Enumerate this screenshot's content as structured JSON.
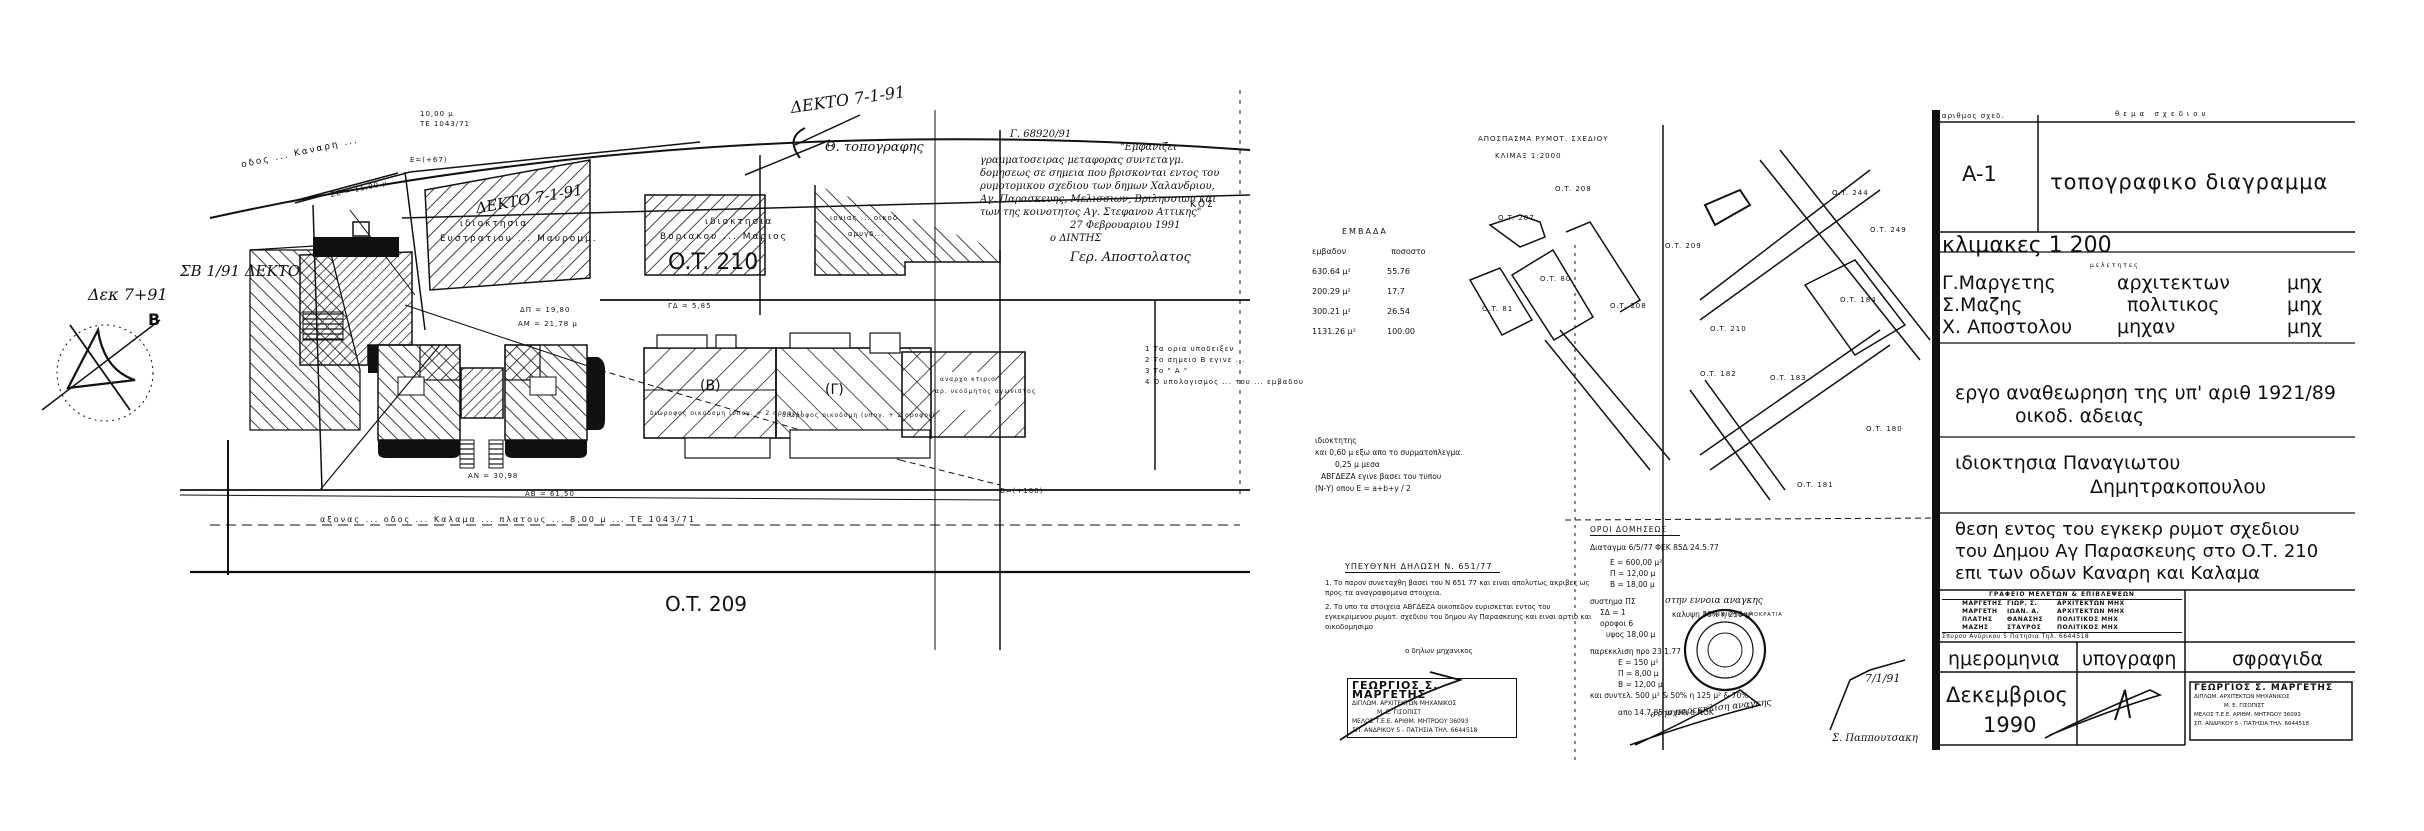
{
  "left_plan": {
    "block_labels": {
      "ot_210": "O.T. 210",
      "ot_209": "O.T. 209"
    },
    "upper_road": {
      "label": "οδος ... Καναρη ...",
      "width": "10,00 μ",
      "te": "ΤΕ 1043/71",
      "e_point": "E=(+67)"
    },
    "lower_road": {
      "label": "αξονας ... οδος ... Καλαμα ... πλατους ... 8,00 μ ... ΤΕ 1043/71"
    },
    "dims": {
      "ze": "ZE = 11,00 μ",
      "ab": "AB = 61,50",
      "an": "AN = 30,98",
      "am": "AM = 21,78 μ",
      "ap": "ΔΠ = 19,80",
      "gd": "ΓΔ = 5,85",
      "ab_point": "B=(+100)"
    },
    "properties": [
      {
        "id": "prop-ekstratiou",
        "label": "ιδιοκτησια",
        "owner": "Ευστρατιου ... Μαυρομμ."
      },
      {
        "id": "prop-voriakou",
        "label": "ιδιοκτησια",
        "owner": "Βοριακου ... Μαριος"
      },
      {
        "id": "prop-ionian",
        "label": "ιονιας ... οικοδ.",
        "owner": "αμυγδ..."
      },
      {
        "id": "prop-beta",
        "label": "(Β)",
        "note": "διωροφος οικοδομη (υπογ. + 2 οροφοι)"
      },
      {
        "id": "prop-gamma",
        "label": "(Γ)",
        "note": "διωροφος οικοδομη (υπογ. + 2 οροφοι)"
      },
      {
        "id": "prop-vacant",
        "label": "αναρχο κτιριο",
        "note": "αρ. νεοδμητος αγωνιστος"
      }
    ],
    "notes": [
      "1  Τα ορια υποδειξεν",
      "2  Το σημειο Β εγινε ...",
      "3  Το   \"   Α   \"",
      "4  Ο υπολογισμος ... του ... εμβαδου"
    ],
    "handwritten": {
      "top_stamp": "ΔΕΚΤΟ 7-1-91",
      "top_sign": "Θ. τοπογραφης",
      "margin_1": "ΔΕΚΤΟ 7-1-91",
      "margin_2": "ΣΒ 1/91 ΔΕΚΤΟ",
      "margin_3": "Δεκ 7+91"
    },
    "authority_note": {
      "ref": "Γ. 68920/91",
      "text_lines": [
        "\"Εμφανιζει",
        "γραμματοσειρας μεταφορας συντεταγμ.",
        "δομησεως σε σημεια που βρισκονται εντος του",
        "ρυμοτομικου σχεδιου των δημων Χαλανδριου,",
        "Αγ. Παρασκευης, Μελισσιων, Βριλησσιων και",
        "των της κοινοτητος Αγ. Στεφανου Αττικης\"",
        "27 Φεβρουαριου 1991",
        "ο ΔΙΝΤΗΣ",
        "Γερ. Αποστολατος"
      ],
      "stamp_suffix": "ΚΟΣ"
    },
    "north_arrow_label": "B"
  },
  "middle_sheet": {
    "extract": {
      "title": "ΑΠΟΣΠΑΣΜΑ ΡΥΜΟΤ. ΣΧΕΔΙΟΥ",
      "scale": "ΚΛΙΜΑΞ 1:2000"
    },
    "area_table": {
      "title": "ΕΜΒΑΔΑ",
      "headers": [
        "εμβαδον",
        "ποσοστο"
      ],
      "rows": [
        {
          "area": "630.64 μ²",
          "pct": "55.76"
        },
        {
          "area": "200.29 μ²",
          "pct": "17.7"
        },
        {
          "area": "300.21 μ²",
          "pct": "26.54"
        },
        {
          "area": "1131.26 μ²",
          "pct": "100.00"
        }
      ]
    },
    "blocks": [
      "O.T. 207",
      "O.T. 208",
      "O.T. 209",
      "O.T. 80",
      "O.T. 81",
      "O.T. 208",
      "O.T. 210",
      "O.T. 184",
      "O.T. 249",
      "O.T. 244",
      "O.T. 182",
      "O.T. 183",
      "O.T. 180",
      "O.T. 181"
    ],
    "property_note": [
      "ιδιοκτητης",
      "και 0,60 μ εξω απο το συρματοπλεγμα.",
      "0,25 μ μεσα",
      "ΑΒΓΔΕΖΑ εγινε βασει του τυπου",
      "(Ν-Υ) οπου Ε = a+b+y / 2"
    ],
    "declaration": {
      "title": "ΥΠΕΥΘΥΝΗ ΔΗΛΩΣΗ Ν. 651/77",
      "items": [
        "1. Το παρον συνεταχθη βασει του Ν 651 77 και ειναι απολυτως ακριβες ως προς τα αναγραφομενα στοιχεια.",
        "2. Το υπο τα στοιχεια ΑΒΓΔΕΖΑ οικοπεδον ευρισκεται εντος του εγκεκριμενου ρυμοτ. σχεδιου του δημου Αγ Παρασκευης και ειναι αρτιο και οικοδομησιμο"
      ],
      "signer": "ο δηλων μηχανικος"
    },
    "stamp_left": {
      "line1": "ΓΕΩΡΓΙΟΣ Σ. ΜΑΡΓΕΤΗΣ",
      "line2": "ΔΙΠΛΩΜ. ΑΡΧΙΤΕΚΤΩΝ ΜΗΧΑΝΙΚΟΣ",
      "line3": "Μ. Ε. ΓΙΣΟΠΙΣΤ",
      "line4": "ΜΕΛΟΣ Τ.Ε.Ε. ΑΡΙΘΜ. ΜΗΤΡΩΟΥ 36093",
      "line5": "ΣΠ. ΑΝΔΡΙΚΟΥ 5 - ΠΑΤΗΣΙΑ   ΤΗΛ. 6644518"
    },
    "building_terms": {
      "title": "ΟΡΟΙ ΔΟΜΗΣΕΩΣ",
      "decree": "Διαταγμα   6/5/77   ΦΕΚ 85Δ   24.5.77",
      "min_lot": [
        "Ε = 600,00 μ²",
        "Π = 12,00 μ",
        "Β = 18,00 μ"
      ],
      "system": "συστημα   ΠΣ",
      "coverage": "καλυψη 30% η 250 μ²",
      "sd": "ΣΔ = 1",
      "floors": "οροφοι  6",
      "height": "υψος  18,00 μ",
      "exception_title": "παρεκκλιση  προ 23.1.77",
      "exception": [
        "Ε = 150 μ²",
        "Π = 8,00 μ",
        "Β = 12,00 μ"
      ],
      "exception_terms": "και συντελ. 500 μ² & 50% η 125 μ² & 70%",
      "footer": "απο  14.7.85  ισχυει  ο  ΝΟΚ",
      "handwritten_1": "στην εννοια αναγκης",
      "handwritten_2": "στην παρεκκλιση αναγκης",
      "sign_date": "7/1/91",
      "sign_name": "Σ. Παππουτσακη"
    },
    "seal_text": "ΕΛΛΗΝΙΚΗ ΔΗΜΟΚΡΑΤΙΑ"
  },
  "title_block": {
    "sheet_no_label": "αριθμος σχεδ.",
    "drawing_title_label": "θεμα σχεδιου",
    "sheet_no": "A-1",
    "drawing_title": "τοπογραφικο διαγραμμα",
    "scale": "κλιμακες 1 200",
    "designers_label": "μελετητες",
    "designers": [
      {
        "name": "Γ.Μαργετης",
        "role": "αρχιτεκτων",
        "title": "μηχ"
      },
      {
        "name": "Σ.Μαζης",
        "role": "πολιτικος",
        "title": "μηχ"
      },
      {
        "name": "Χ. Αποστολου",
        "role": "μηχαν",
        "title": "μηχ"
      }
    ],
    "project": [
      "εργο αναθεωρηση της υπ' αριθ 1921/89",
      "οικοδ. αδειας"
    ],
    "ownership": [
      "ιδιοκτησια Παναγιωτου",
      "Δημητρακοπουλου"
    ],
    "location": [
      "θεση εντος του εγκεκρ ρυμοτ σχεδιου",
      "του Δημου Αγ Παρασκευης στο Ο.Τ. 210",
      "επι των οδων Καναρη και Καλαμα"
    ],
    "office": {
      "header": "ΓΡΑΦΕΙΟ ΜΕΛΕΤΩΝ & ΕΠΙΒΛΕΨΕΩΝ",
      "rows": [
        {
          "name": "ΜΑΡΓΕΤΗΣ",
          "first": "ΓΙΩΡ. Σ.",
          "role": "ΑΡΧΙΤΕΚΤΩΝ ΜΗΧ"
        },
        {
          "name": "ΜΑΡΓΕΤΗ",
          "first": "ΙΩΑΝ. Α.",
          "role": "ΑΡΧΙΤΕΚΤΩΝ ΜΗΧ"
        },
        {
          "name": "ΠΛΑΤΗΣ",
          "first": "ΘΑΝΑΣΗΣ",
          "role": "ΠΟΛΙΤΙΚΟΣ ΜΗΧ"
        },
        {
          "name": "ΜΑΖΗΣ",
          "first": "ΣΤΑΥΡΟΣ",
          "role": "ΠΟΛΙΤΙΚΟΣ ΜΗΧ"
        }
      ],
      "address": "Σπυρου Ανδρικου 5  Πατησια   Τηλ. 6644518"
    },
    "headers": {
      "date": "ημερομηνια",
      "signature": "υπογραφη",
      "seal": "σφραγιδα"
    },
    "date_month": "Δεκεμβριος",
    "date_year": "1990",
    "stamp": {
      "line1": "ΓΕΩΡΓΙΟΣ Σ. ΜΑΡΓΕΤΗΣ",
      "line2": "ΔΙΠΛΩΜ. ΑΡΧΙΤΕΚΤΩΝ ΜΗΧΑΝΙΚΟΣ",
      "line3": "Μ. Ε. ΓΙΣΟΠΙΣΤ",
      "line4": "ΜΕΛΟΣ Τ.Ε.Ε. ΑΡΙΘΜ. ΜΗΤΡΩΟΥ 36093",
      "line5": "ΣΠ. ΑΝΔΡΙΚΟΥ 5 - ΠΑΤΗΣΙΑ  ΤΗΛ. 6644518"
    }
  }
}
